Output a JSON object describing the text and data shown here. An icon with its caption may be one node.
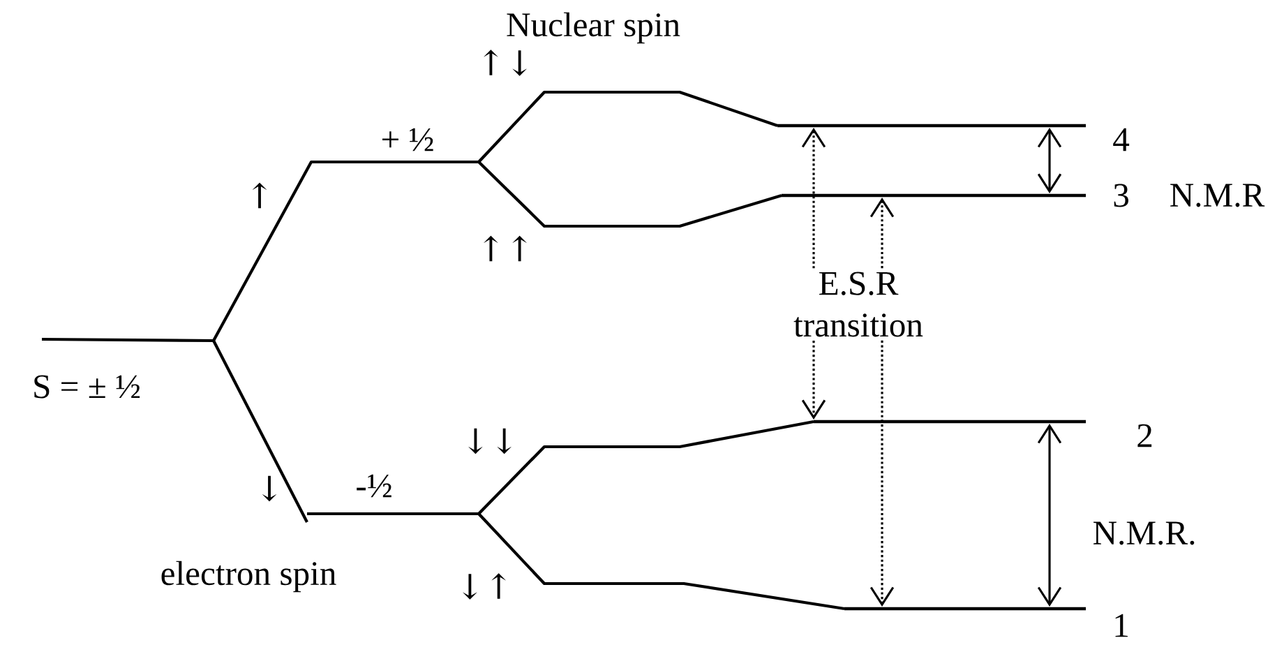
{
  "diagram": {
    "nodes": [
      {
        "text": [],
        "shape": "bar",
        "beside": [
          "4"
        ]
      },
      {
        "text": [],
        "shape": "bar",
        "beside": [
          "3"
        ]
      },
      {
        "text": [],
        "shape": "bar",
        "beside": [
          "2"
        ]
      },
      {
        "text": [],
        "shape": "bar",
        "beside": [
          "1"
        ]
      }
    ],
    "edges": [
      {
        "from": 0,
        "to": 1,
        "arrow": "both"
      },
      {
        "from": 0,
        "to": 2,
        "arrow": "both",
        "style": "dashed"
      },
      {
        "from": 1,
        "to": 3,
        "arrow": "both",
        "style": "dashed"
      },
      {
        "from": 2,
        "to": 3,
        "arrow": "both"
      }
    ],
    "labels": [
      "Nuclear spin",
      "↑↓",
      "+ ½",
      "↑",
      "N.M.R",
      "↑↑",
      "E.S.R transition",
      "S = ± ½",
      "↓↓",
      "-½",
      "↓",
      "N.M.R.",
      "electron spin",
      "↓↑"
    ]
  }
}
